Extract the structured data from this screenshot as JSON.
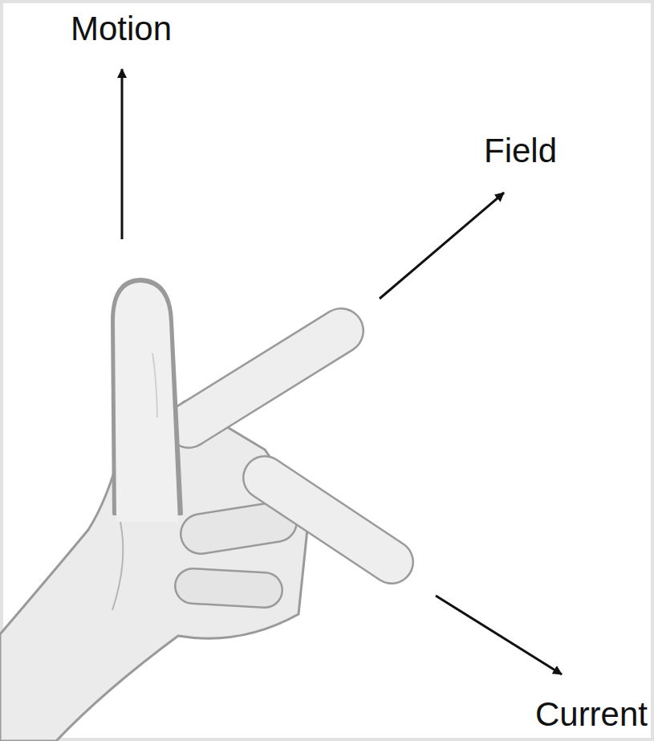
{
  "diagram": {
    "labels": [
      "Motion",
      "Field",
      "Current"
    ]
  }
}
